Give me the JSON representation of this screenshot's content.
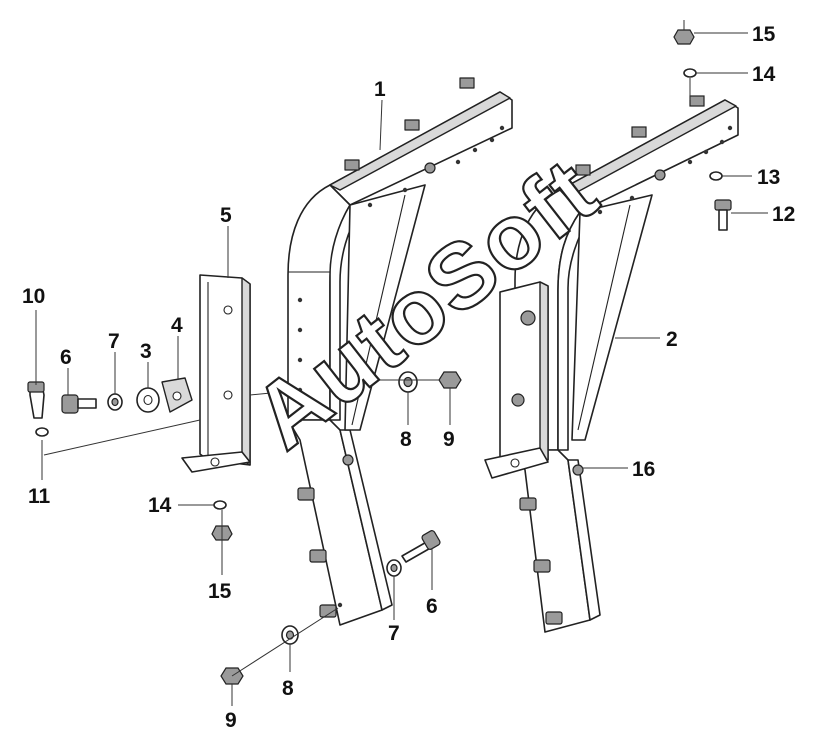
{
  "diagram": {
    "watermark": "AutoSoft",
    "callouts": [
      {
        "id": "c1",
        "label": "1"
      },
      {
        "id": "c2",
        "label": "2"
      },
      {
        "id": "c3",
        "label": "3"
      },
      {
        "id": "c4",
        "label": "4"
      },
      {
        "id": "c5",
        "label": "5"
      },
      {
        "id": "c6a",
        "label": "6"
      },
      {
        "id": "c6b",
        "label": "6"
      },
      {
        "id": "c7a",
        "label": "7"
      },
      {
        "id": "c7b",
        "label": "7"
      },
      {
        "id": "c8a",
        "label": "8"
      },
      {
        "id": "c8b",
        "label": "8"
      },
      {
        "id": "c9a",
        "label": "9"
      },
      {
        "id": "c9b",
        "label": "9"
      },
      {
        "id": "c10",
        "label": "10"
      },
      {
        "id": "c11",
        "label": "11"
      },
      {
        "id": "c12",
        "label": "12"
      },
      {
        "id": "c13",
        "label": "13"
      },
      {
        "id": "c14a",
        "label": "14"
      },
      {
        "id": "c14b",
        "label": "14"
      },
      {
        "id": "c15a",
        "label": "15"
      },
      {
        "id": "c15b",
        "label": "15"
      },
      {
        "id": "c16",
        "label": "16"
      }
    ]
  }
}
